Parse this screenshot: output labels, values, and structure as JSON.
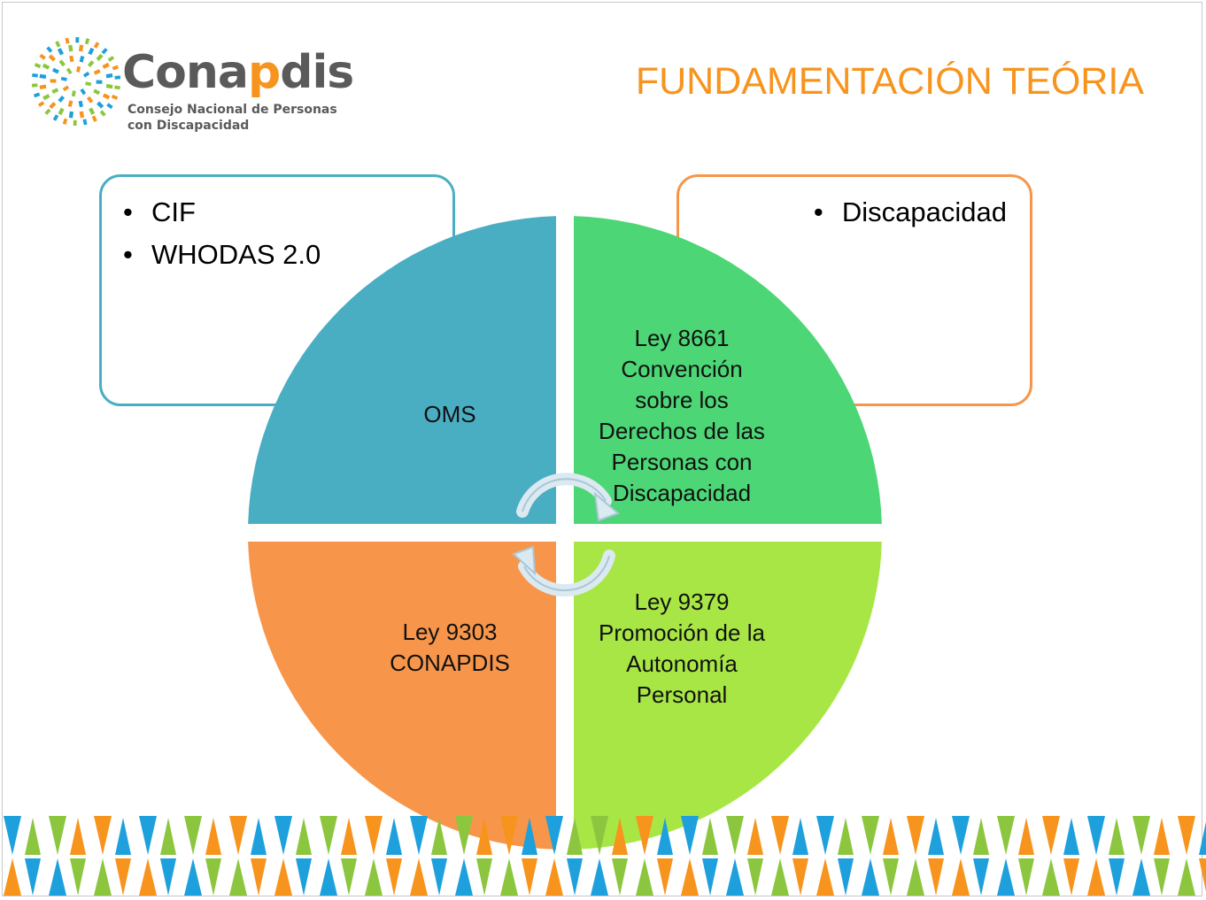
{
  "header": {
    "logo": {
      "word_start": "Cona",
      "word_accent": "p",
      "word_end": "dis",
      "subtitle_line1": "Consejo Nacional de Personas",
      "subtitle_line2": "con Discapacidad"
    },
    "title": "FUNDAMENTACIÓN TEÓRIA"
  },
  "left_box": {
    "items": [
      "CIF",
      "WHODAS 2.0"
    ]
  },
  "right_box": {
    "items": [
      "Discapacidad"
    ]
  },
  "quadrants": [
    {
      "id": "oms",
      "lines": [
        "OMS"
      ],
      "color": "#4aaec3"
    },
    {
      "id": "ley-8661",
      "lines": [
        "Ley 8661",
        "Convención",
        "sobre los",
        "Derechos de las",
        "Personas con",
        "Discapacidad"
      ],
      "color": "#4cd675"
    },
    {
      "id": "ley-9303",
      "lines": [
        "Ley 9303",
        "CONAPDIS"
      ],
      "color": "#f7964a"
    },
    {
      "id": "ley-9379",
      "lines": [
        "Ley 9379",
        "Promoción de la",
        "Autonomía",
        "Personal"
      ],
      "color": "#a8e645"
    }
  ],
  "colors": {
    "brand_orange": "#f7941d",
    "logo_gray": "#5a5a5a",
    "blue": "#4aaec3",
    "green": "#4cd675",
    "orange": "#f7964a",
    "lime": "#a8e645",
    "pattern_blue": "#1ea0dc",
    "pattern_lime": "#8cc63f",
    "pattern_orange": "#f7941d"
  },
  "icons": {
    "logo_mark": "starburst-logo-icon",
    "cycle_arrows": "cycle-arrows-icon"
  }
}
